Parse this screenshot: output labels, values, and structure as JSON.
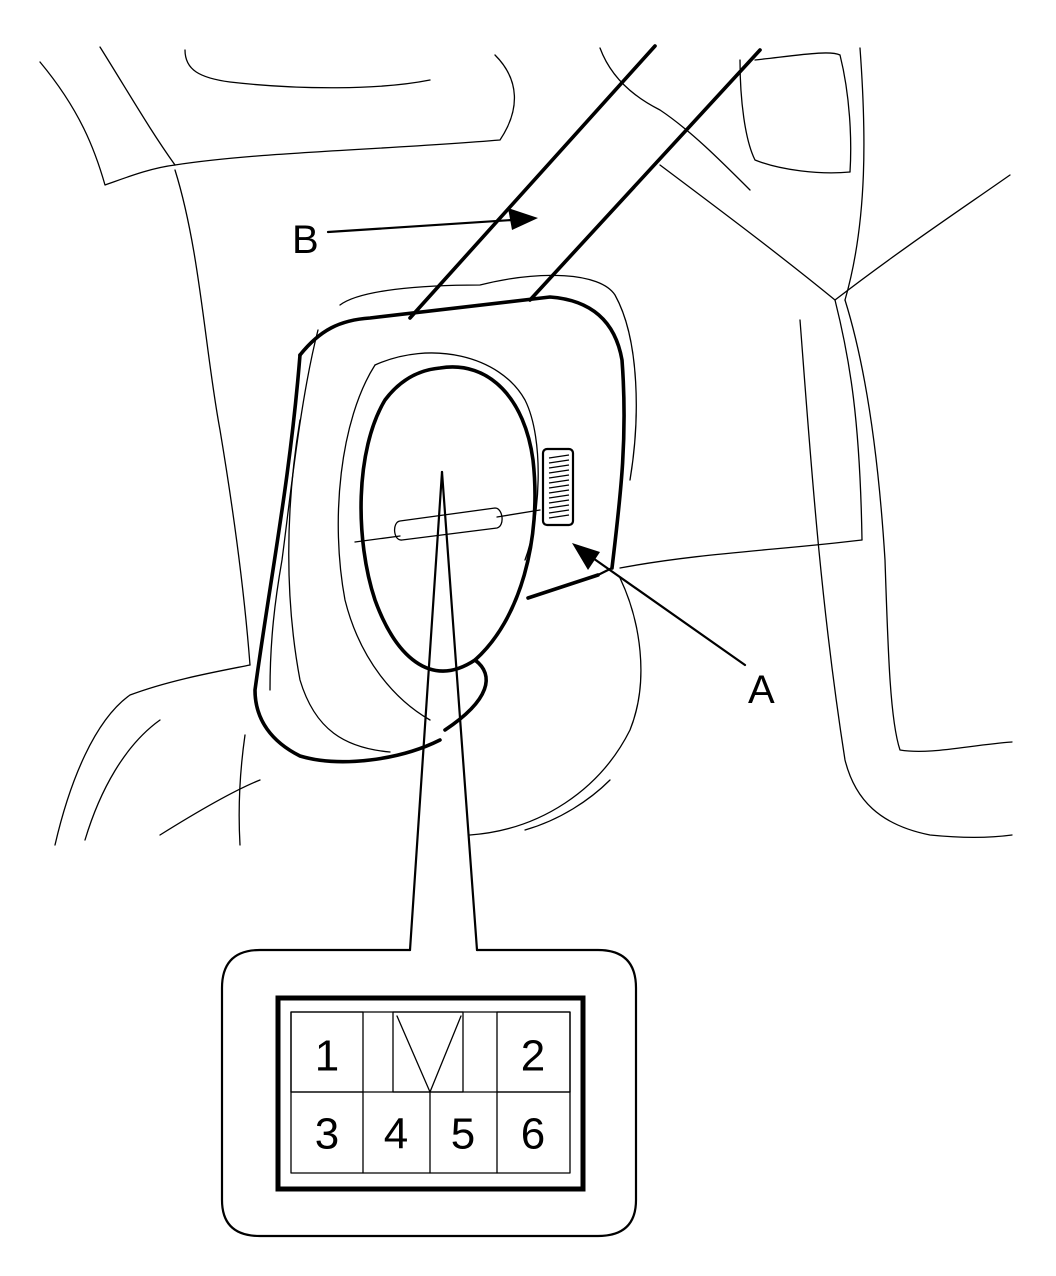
{
  "callouts": {
    "a": "A",
    "b": "B"
  },
  "connector": {
    "pins": {
      "p1": "1",
      "p2": "2",
      "p3": "3",
      "p4": "4",
      "p5": "5",
      "p6": "6"
    }
  },
  "colors": {
    "line": "#000000",
    "background": "#ffffff"
  }
}
